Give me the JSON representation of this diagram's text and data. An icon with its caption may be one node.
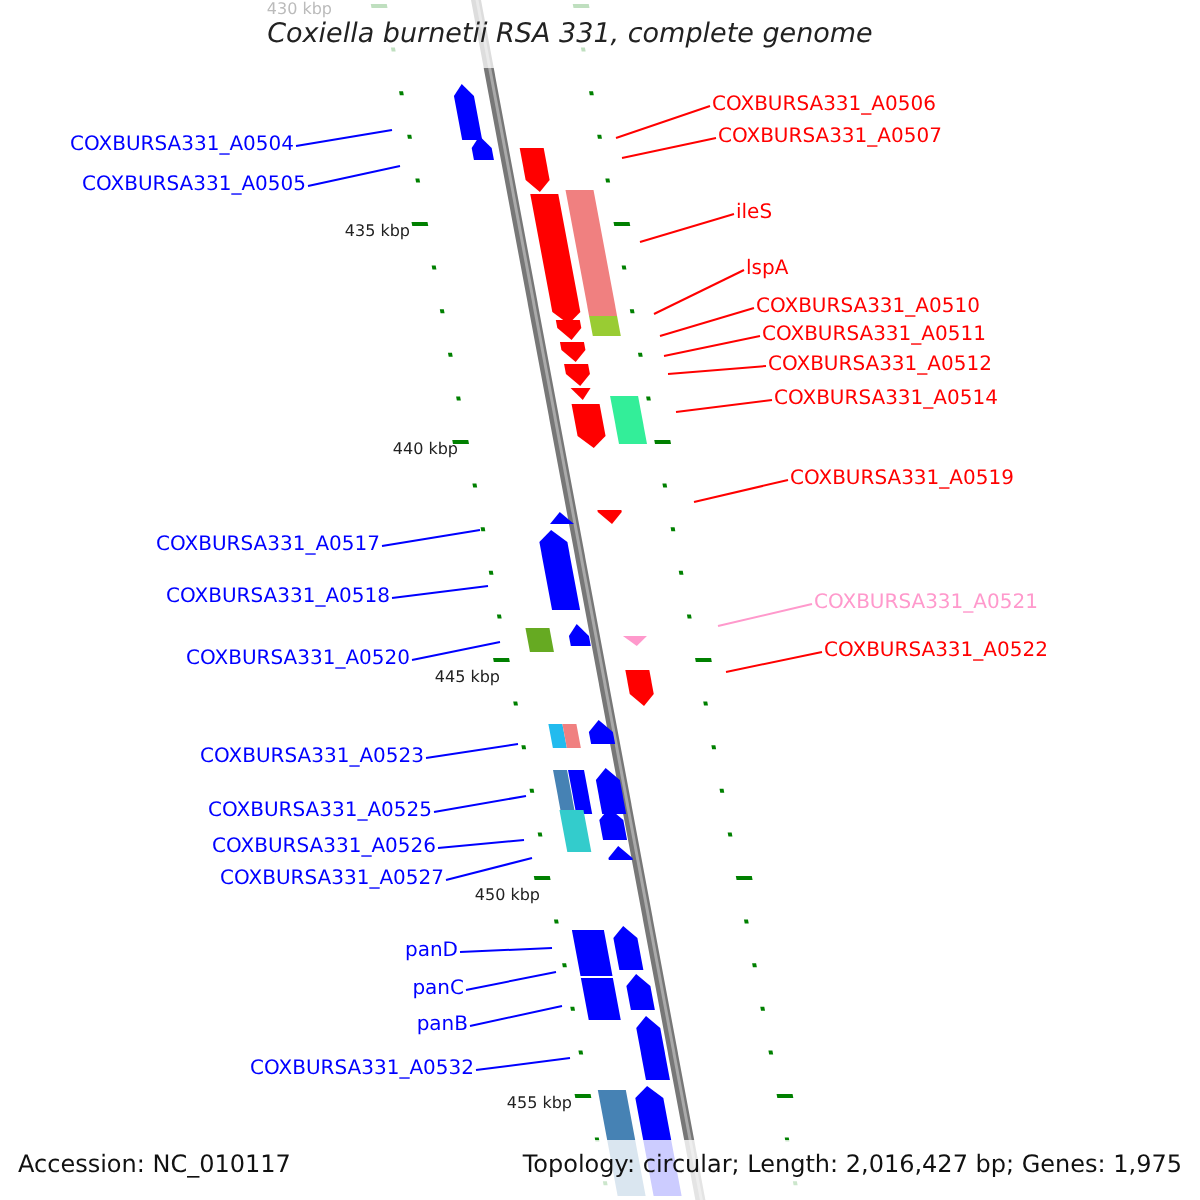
{
  "diagram": {
    "title": "Coxiella burnetii RSA 331, complete genome",
    "nodes": [
      {
        "text": [
          "COXBURSA331_A0504"
        ]
      },
      {
        "text": [
          "COXBURSA331_A0505"
        ]
      },
      {
        "text": [
          "COXBURSA331_A0506"
        ]
      },
      {
        "text": [
          "COXBURSA331_A0507"
        ]
      },
      {
        "text": [
          "ileS"
        ]
      },
      {
        "text": [
          "lspA"
        ]
      },
      {
        "text": [
          "COXBURSA331_A0510"
        ]
      },
      {
        "text": [
          "COXBURSA331_A0511"
        ]
      },
      {
        "text": [
          "COXBURSA331_A0512"
        ]
      },
      {
        "text": [
          "COXBURSA331_A0514"
        ]
      },
      {
        "text": [
          "COXBURSA331_A0519"
        ]
      },
      {
        "text": [
          "COXBURSA331_A0517"
        ]
      },
      {
        "text": [
          "COXBURSA331_A0518"
        ]
      },
      {
        "text": [
          "COXBURSA331_A0521"
        ]
      },
      {
        "text": [
          "COXBURSA331_A0520"
        ]
      },
      {
        "text": [
          "COXBURSA331_A0522"
        ]
      },
      {
        "text": [
          "COXBURSA331_A0523"
        ]
      },
      {
        "text": [
          "COXBURSA331_A0525"
        ]
      },
      {
        "text": [
          "COXBURSA331_A0526"
        ]
      },
      {
        "text": [
          "COXBURSA331_A0527"
        ]
      },
      {
        "text": [
          "panD"
        ]
      },
      {
        "text": [
          "panC"
        ]
      },
      {
        "text": [
          "panB"
        ]
      },
      {
        "text": [
          "COXBURSA331_A0532"
        ]
      }
    ],
    "edges": [
      {
        "from": 0,
        "to": null,
        "arrow": "none"
      },
      {
        "from": 1,
        "to": null,
        "arrow": "none"
      },
      {
        "from": 2,
        "to": null,
        "arrow": "none",
        "color": "#ff0000"
      },
      {
        "from": 3,
        "to": null,
        "arrow": "none",
        "color": "#ff0000"
      },
      {
        "from": 4,
        "to": null,
        "arrow": "none",
        "color": "#ff0000"
      },
      {
        "from": 5,
        "to": null,
        "arrow": "none",
        "color": "#ff0000"
      },
      {
        "from": 6,
        "to": null,
        "arrow": "none",
        "color": "#ff0000"
      },
      {
        "from": 7,
        "to": null,
        "arrow": "none",
        "color": "#ff0000"
      },
      {
        "from": 8,
        "to": null,
        "arrow": "none",
        "color": "#ff0000"
      },
      {
        "from": 9,
        "to": null,
        "arrow": "none",
        "color": "#ff0000"
      },
      {
        "from": 10,
        "to": null,
        "arrow": "none",
        "color": "#ff0000"
      },
      {
        "from": 11,
        "to": null,
        "arrow": "none"
      },
      {
        "from": 12,
        "to": null,
        "arrow": "none"
      },
      {
        "from": 13,
        "to": null,
        "arrow": "none",
        "color": "#ff99cc"
      },
      {
        "from": 14,
        "to": null,
        "arrow": "none"
      },
      {
        "from": 15,
        "to": null,
        "arrow": "none",
        "color": "#ff0000"
      },
      {
        "from": 16,
        "to": null,
        "arrow": "none"
      },
      {
        "from": 17,
        "to": null,
        "arrow": "none"
      },
      {
        "from": 18,
        "to": null,
        "arrow": "none"
      },
      {
        "from": 19,
        "to": null,
        "arrow": "none"
      },
      {
        "from": 20,
        "to": null,
        "arrow": "none"
      },
      {
        "from": 21,
        "to": null,
        "arrow": "none"
      },
      {
        "from": 22,
        "to": null,
        "arrow": "none"
      },
      {
        "from": 23,
        "to": null,
        "arrow": "none"
      }
    ],
    "labels": [
      "430 kbp",
      "435 kbp",
      "440 kbp",
      "445 kbp",
      "450 kbp",
      "455 kbp",
      "Accession: NC_010117",
      "Topology: circular; Length: 2,016,427 bp; Genes: 1,975"
    ]
  }
}
